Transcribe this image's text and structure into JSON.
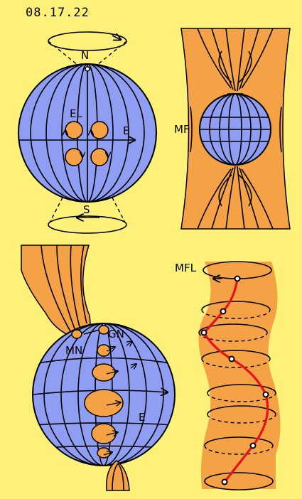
{
  "date": "08.17.22",
  "labels": {
    "north": "N",
    "south": "S",
    "equator_top": "E",
    "electrons": "EL",
    "magnetic_field": "MF",
    "magnetic_field_lines": "MFL",
    "geographic_north": "GN",
    "magnetic_north": "MN",
    "equator_bottom": "E"
  },
  "colors": {
    "background": "#fdf17a",
    "globe": "#8f9ef3",
    "field": "#f5a145",
    "helix": "#e8121b",
    "ink": "#000000"
  }
}
